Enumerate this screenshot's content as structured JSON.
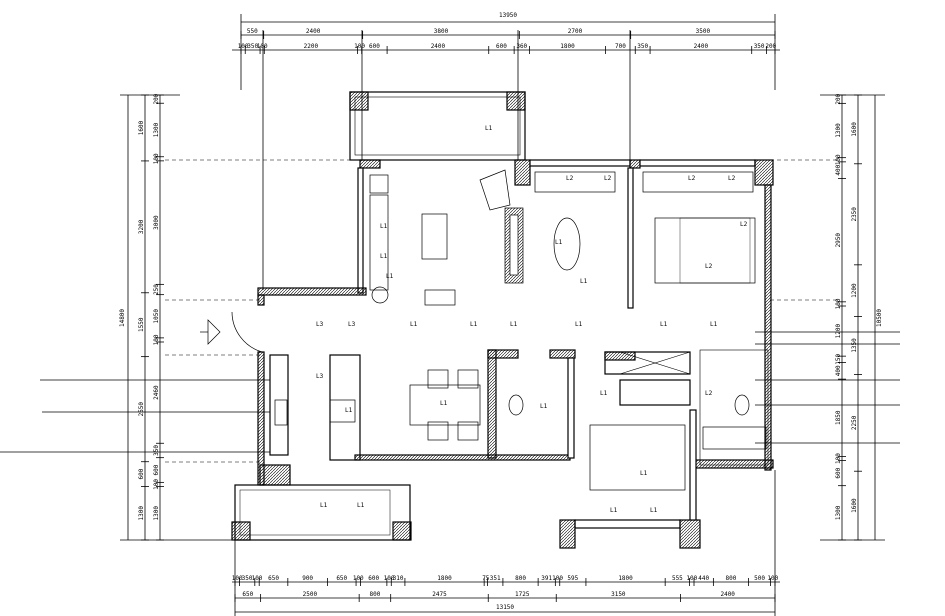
{
  "drawing": {
    "top_dims": {
      "overall": "13950",
      "row2": [
        "550",
        "2400",
        "3800",
        "2700",
        "3500"
      ],
      "row3": [
        "100",
        "350",
        "100",
        "2200",
        "100",
        "600",
        "2400",
        "600",
        "360",
        "1800",
        "700",
        "350",
        "2400",
        "350",
        "200"
      ]
    },
    "bottom_dims": {
      "overall": "13150",
      "row2": [
        "650",
        "2500",
        "800",
        "2475",
        "1725",
        "3150",
        "2400"
      ],
      "row1": [
        "100",
        "350",
        "100",
        "650",
        "900",
        "650",
        "100",
        "600",
        "100",
        "310",
        "1800",
        "75",
        "351",
        "800",
        "391",
        "100",
        "595",
        "1800",
        "555",
        "100",
        "440",
        "800",
        "500",
        "100"
      ]
    },
    "left_dims": {
      "overall": "14800",
      "row2": [
        "1600",
        "3200",
        "1550",
        "2550",
        "600",
        "1300"
      ],
      "row3": [
        "200",
        "1300",
        "100",
        "3000",
        "250",
        "1050",
        "100",
        "2460",
        "350",
        "600",
        "100",
        "1300"
      ]
    },
    "right_dims": {
      "overall": "10500",
      "row2": [
        "1600",
        "2350",
        "1200",
        "1350",
        "2250",
        "1600"
      ],
      "row3": [
        "200",
        "1300",
        "100",
        "400",
        "2950",
        "100",
        "1200",
        "150",
        "400",
        "1850",
        "100",
        "600",
        "1300"
      ]
    },
    "room_labels": [
      "L1",
      "L1",
      "L1",
      "L2",
      "L3",
      "L3",
      "L1",
      "L1",
      "L1",
      "L1",
      "L1",
      "L1",
      "L2",
      "L2",
      "L2",
      "L2",
      "L1",
      "L1",
      "L3",
      "L1",
      "L1",
      "L1",
      "L1",
      "L1",
      "L2",
      "L1",
      "L1",
      "L1",
      "L1",
      "L1",
      "L2"
    ]
  }
}
